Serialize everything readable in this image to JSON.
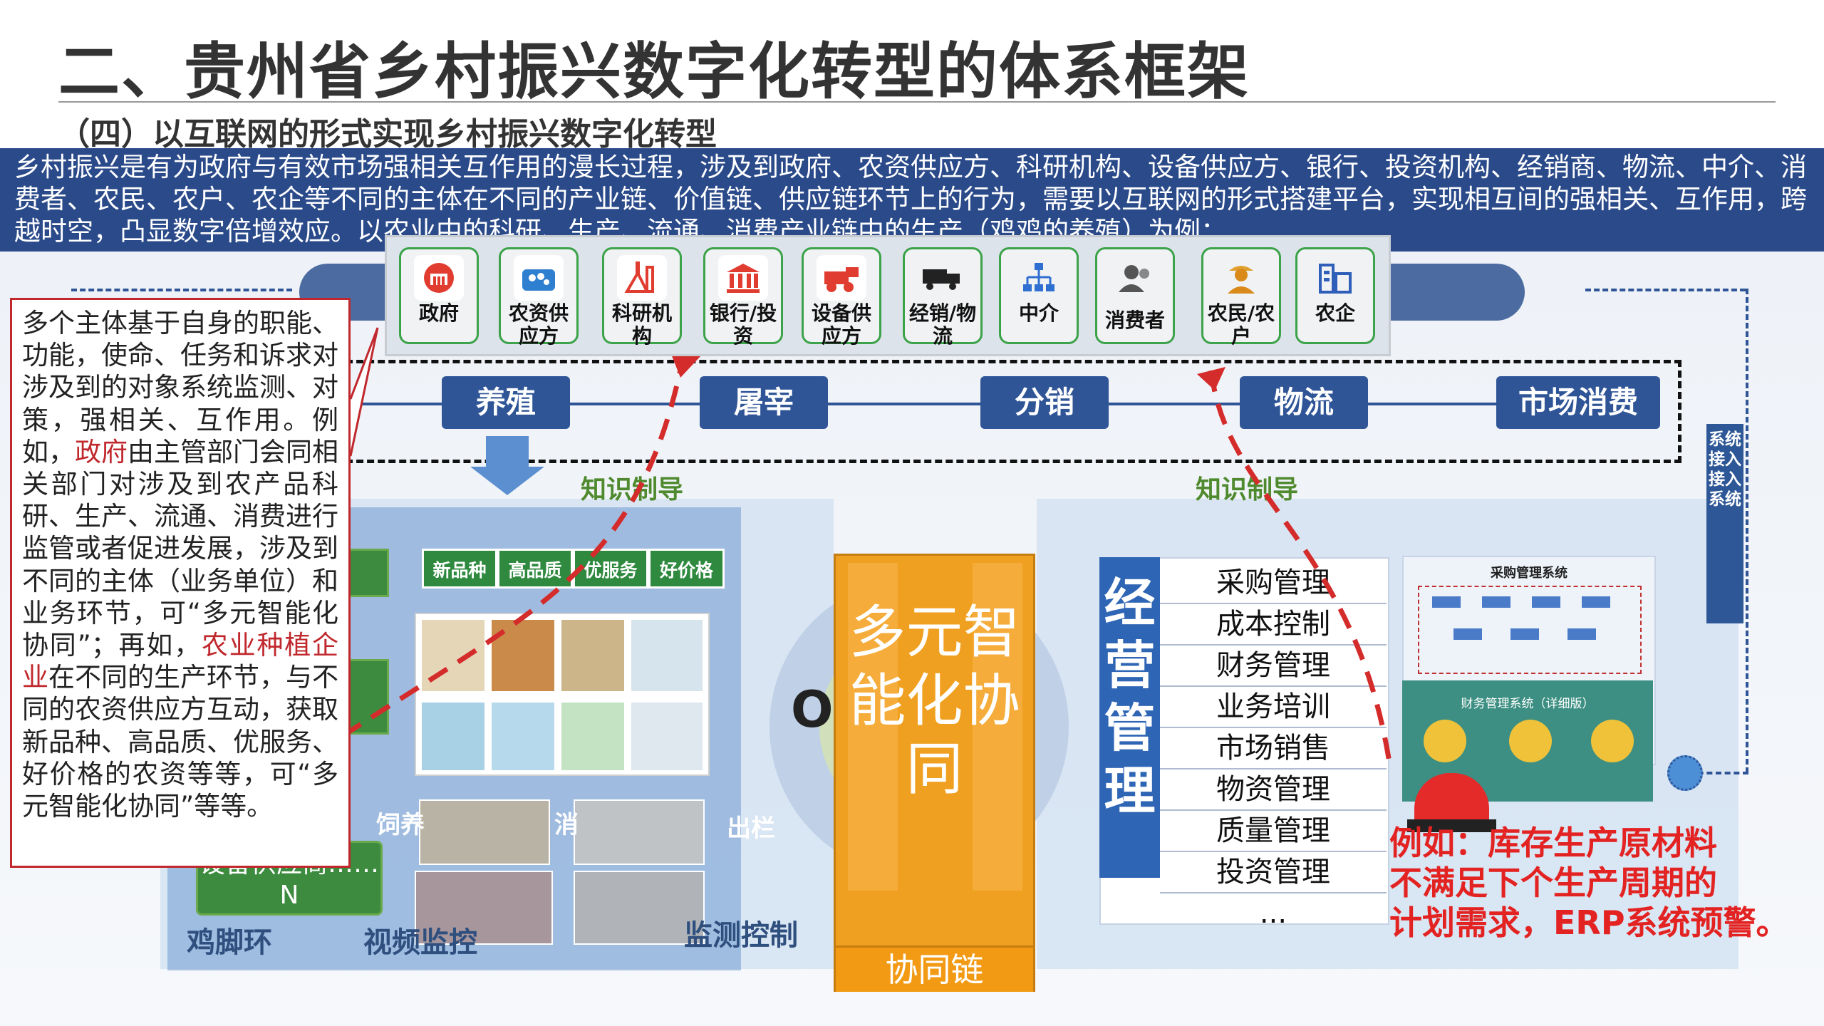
{
  "header": {
    "title": "二、贵州省乡村振兴数字化转型的体系框架",
    "subtitle": "（四）以互联网的形式实现乡村振兴数字化转型"
  },
  "intro": {
    "text": "乡村振兴是有为政府与有效市场强相关互作用的漫长过程，涉及到政府、农资供应方、科研机构、设备供应方、银行、投资机构、经销商、物流、中介、消费者、农民、农户、农企等不同的主体在不同的产业链、价值链、供应链环节上的行为，需要以互联网的形式搭建平台，实现相互间的强相关、互作用，跨越时空，凸显数字倍增效应。以农业中的科研、生产、流通、消费产业链中的生产（鸡鸡的养殖）为例："
  },
  "stakeholders": [
    {
      "label": "政府",
      "icon": "government-building-icon",
      "color": "#e03c2f"
    },
    {
      "label": "农资供应方",
      "icon": "farm-supply-icon",
      "color": "#2f7fd1"
    },
    {
      "label": "科研机构",
      "icon": "lab-flask-icon",
      "color": "#e03c2f"
    },
    {
      "label": "银行/投资",
      "icon": "bank-icon",
      "color": "#e03c2f"
    },
    {
      "label": "设备供应方",
      "icon": "harvester-icon",
      "color": "#e03c2f"
    },
    {
      "label": "经销/物流",
      "icon": "truck-icon",
      "color": "#222222"
    },
    {
      "label": "中介",
      "icon": "network-icon",
      "color": "#2f6fd1"
    },
    {
      "label": "消费者",
      "icon": "consumer-icon",
      "color": "#555555"
    },
    {
      "label": "农民/农户",
      "icon": "farmer-icon",
      "color": "#d98a1b"
    },
    {
      "label": "农企",
      "icon": "enterprise-icon",
      "color": "#2f5fb8"
    }
  ],
  "flow": {
    "steps": [
      "养殖",
      "屠宰",
      "分销",
      "物流",
      "市场消费"
    ],
    "knowledge_label": "知识制导"
  },
  "callout": {
    "part1": "多个主体基于自身的职能、功能，使命、任务和诉求对涉及到的对象系统监测、对策，强相关、互作用。例如，",
    "em1": "政府",
    "part2": "由主管部门会同相关部门对涉及到农产品科研、生产、流通、消费进行监管或者促进发展，涉及到不同的主体（业务单位）和业务环节，可“多元智能化协同”；再如，",
    "em2": "农业种植企业",
    "part3": "在不同的生产环节，与不同的农资供应方互动，获取新品种、高品质、优服务、好价格的农资等等，可“多元智能化协同”等等。"
  },
  "left_panel": {
    "chips": [
      "新品种",
      "高品质",
      "优服务",
      "好价格"
    ],
    "supplier": "设备供应商……N",
    "bottom_labels": [
      "鸡脚环",
      "视频监控",
      "监测控制"
    ],
    "side_labels": [
      "饲养",
      "消",
      "出栏"
    ]
  },
  "center": {
    "big_text": "多元智能化协同",
    "foot": "协同链",
    "overlay": "OT  EKE"
  },
  "management": {
    "title": "经营管理",
    "items": [
      "采购管理",
      "成本控制",
      "财务管理",
      "业务培训",
      "市场销售",
      "物资管理",
      "质量管理",
      "投资管理",
      "..."
    ]
  },
  "erp": {
    "procure_title": "采购管理系统",
    "finance_title": "财务管理系统（详细版）",
    "note_lines": [
      "例如：库存生产原材料",
      "不满足下个生产周期的",
      "计划需求，ERP系统预警。"
    ]
  },
  "side_tag": {
    "text": "系统接入 接入系统"
  }
}
